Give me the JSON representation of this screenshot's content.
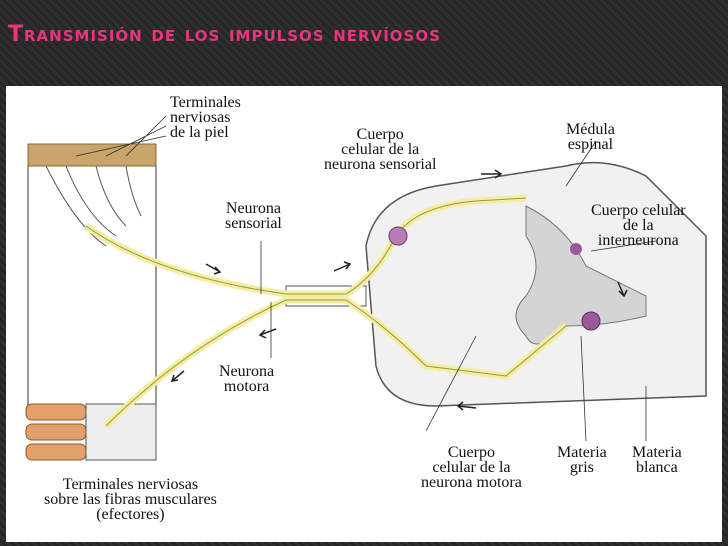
{
  "slide_title": "Transmisión de los impulsos nervíosos",
  "labels": {
    "skin_terminals": [
      "Terminales",
      "nerviosas",
      "de la piel"
    ],
    "sensory_neuron": [
      "Neurona",
      "sensorial"
    ],
    "sensory_cell_body": [
      "Cuerpo",
      "celular de la",
      "neurona sensorial"
    ],
    "spinal_cord": [
      "Médula",
      "espinal"
    ],
    "interneuron_cell_body": [
      "Cuerpo celular",
      "de la",
      "interneurona"
    ],
    "motor_neuron": [
      "Neurona",
      "motora"
    ],
    "motor_cell_body": [
      "Cuerpo",
      "celular de la",
      "neurona motora"
    ],
    "grey_matter": [
      "Materia",
      "gris"
    ],
    "white_matter": [
      "Materia",
      "blanca"
    ],
    "muscle_terminals": [
      "Terminales nerviosas",
      "sobre las fibras musculares",
      "(efectores)"
    ]
  },
  "colors": {
    "title": "#e9357e",
    "axon": "#f3eea0",
    "skin": "#c9a56b",
    "muscle": "#e3a06a",
    "grey_matter": "#d4d4d4",
    "white_matter": "#f1f1f1"
  }
}
